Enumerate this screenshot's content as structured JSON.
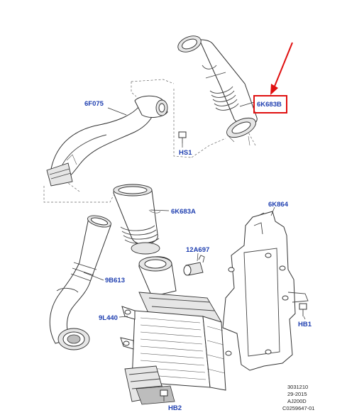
{
  "labels": {
    "hose_upper_outlet": "6K683B",
    "pipe_left": "6F075",
    "bracket_screw_1": "HS1",
    "hose_charge_inlet": "6K683A",
    "bracket_right": "6K864",
    "sensor": "12A697",
    "hose_lower": "9B613",
    "intercooler": "9L440",
    "bolt_right": "HB1",
    "bolt_bottom": "HB2"
  },
  "reference": {
    "line1": "3031210",
    "line2": "29-2015",
    "line3": "AJ200D",
    "line4": "C0259647-01"
  },
  "colors": {
    "label_blue": "#1f3fb0",
    "highlight_red": "#e01010"
  }
}
